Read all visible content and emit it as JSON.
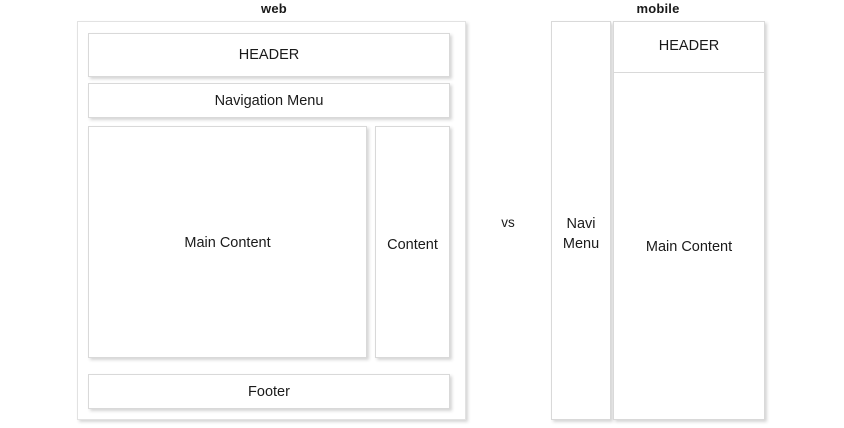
{
  "diagram": {
    "comparison_operator": "vs",
    "panels": [
      {
        "id": "web",
        "title": "web",
        "regions": [
          {
            "name": "header",
            "label": "HEADER"
          },
          {
            "name": "navigation",
            "label": "Navigation Menu"
          },
          {
            "name": "main",
            "label": "Main Content"
          },
          {
            "name": "sidebar",
            "label": "Content"
          },
          {
            "name": "footer",
            "label": "Footer"
          }
        ]
      },
      {
        "id": "mobile",
        "title": "mobile",
        "regions": [
          {
            "name": "navigation",
            "label": "Navi\nMenu",
            "line1": "Navi",
            "line2": "Menu"
          },
          {
            "name": "header",
            "label": "HEADER"
          },
          {
            "name": "main",
            "label": "Main Content"
          }
        ]
      }
    ]
  },
  "colors": {
    "background": "#ffffff",
    "box_fill": "#ffffff",
    "box_border": "#d9d9d9",
    "frame_border": "#e2e2e2",
    "text": "#1a1a1a"
  }
}
